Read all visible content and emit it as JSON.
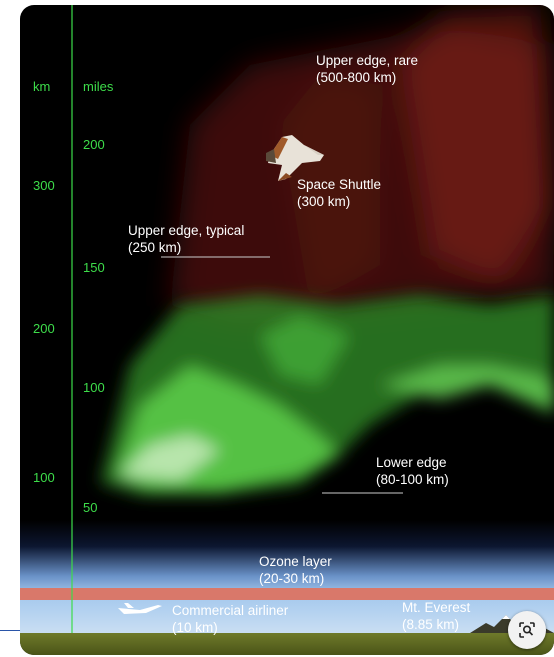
{
  "axis": {
    "km_header": "km",
    "miles_header": "miles",
    "km_ticks": [
      "300",
      "200",
      "100"
    ],
    "mile_ticks": [
      "200",
      "150",
      "100",
      "50"
    ],
    "color": "#3ddc4a"
  },
  "labels": {
    "upper_rare": {
      "line1": "Upper edge, rare",
      "line2": "(500-800 km)"
    },
    "shuttle": {
      "line1": "Space Shuttle",
      "line2": "(300 km)"
    },
    "upper_typical": {
      "line1": "Upper edge, typical",
      "line2": "(250 km)"
    },
    "lower_edge": {
      "line1": "Lower edge",
      "line2": "(80-100 km)"
    },
    "ozone": {
      "line1": "Ozone layer",
      "line2": "(20-30 km)"
    },
    "airliner": {
      "line1": "Commercial airliner",
      "line2": "(10 km)"
    },
    "everest": {
      "line1": "Mt. Everest",
      "line2": "(8.85 km)"
    }
  },
  "colors": {
    "aurora_green": "#55d24a",
    "aurora_red": "#7a1c16",
    "ozone_band": "#d9786a",
    "sky": "#9cc3ea",
    "ground": "#5d6b22"
  },
  "icons": {
    "shuttle": "space-shuttle-icon",
    "airliner": "airplane-icon",
    "mountain": "mountain-icon",
    "lens": "visual-search-icon"
  }
}
